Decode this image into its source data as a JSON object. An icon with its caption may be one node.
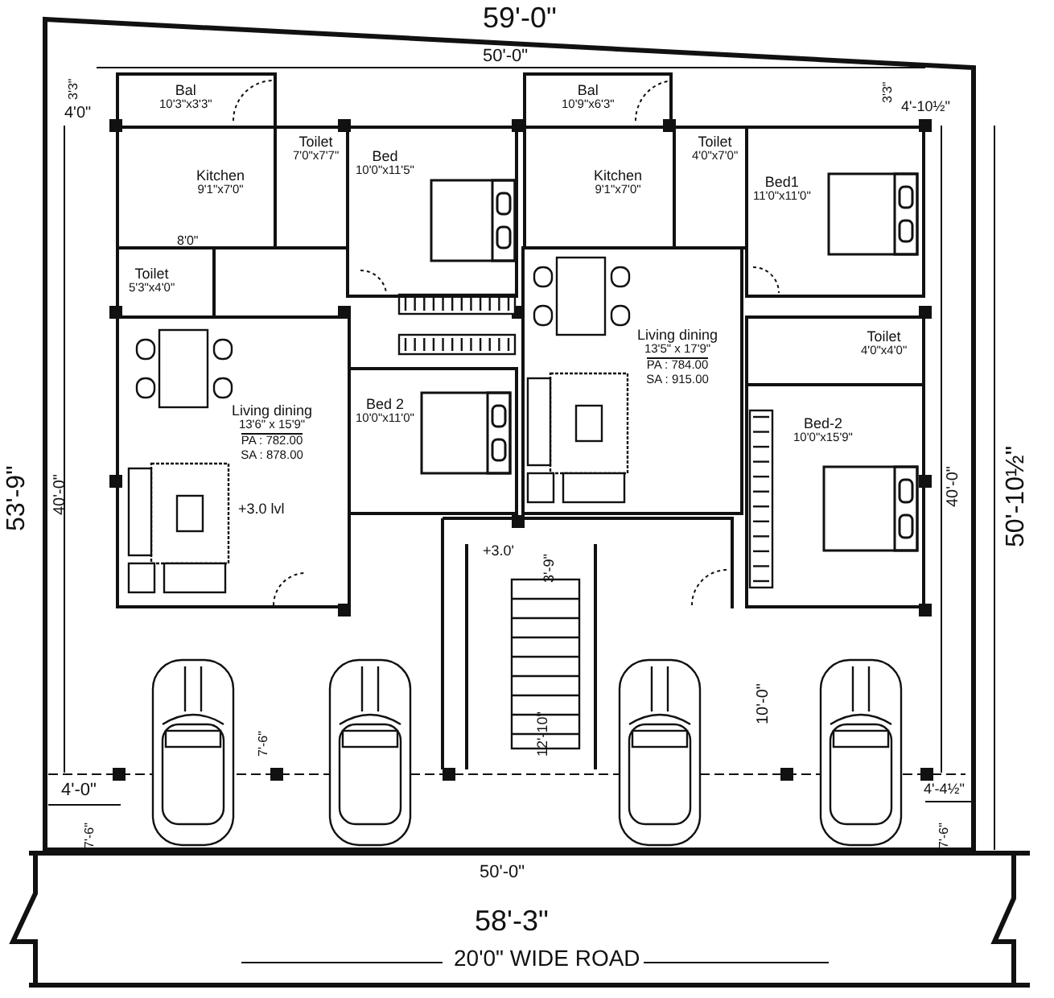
{
  "diagram": {
    "nodes": [
      {
        "text": [
          "Bal",
          "10'3\"x3'3\""
        ]
      },
      {
        "text": [
          "Kitchen",
          "9'1\"x7'0\""
        ]
      },
      {
        "text": [
          "Toilet",
          "7'0\"x7'7\""
        ]
      },
      {
        "text": [
          "Bed",
          "10'0\"x11'5\""
        ]
      },
      {
        "text": [
          "Bal",
          "10'9\"x6'3\""
        ]
      },
      {
        "text": [
          "Kitchen",
          "9'1\"x7'0\""
        ]
      },
      {
        "text": [
          "Toilet",
          "4'0\"x7'0\""
        ]
      },
      {
        "text": [
          "Bed1",
          "11'0\"x11'0\""
        ]
      },
      {
        "text": [
          "Toilet",
          "5'3\"x4'0\""
        ]
      },
      {
        "text": [
          "Living dining",
          "13'6\" x 15'9\"",
          "PA : 782.00",
          "SA : 878.00"
        ]
      },
      {
        "text": [
          "Bed 2",
          "10'0\"x11'0\""
        ]
      },
      {
        "text": [
          "Living dining",
          "13'5\" x 17'9\"",
          "PA : 784.00",
          "SA : 915.00"
        ]
      },
      {
        "text": [
          "Toilet",
          "4'0\"x4'0\""
        ]
      },
      {
        "text": [
          "Bed-2",
          "10'0\"x15'9\""
        ]
      }
    ],
    "edges": [],
    "labels": [
      "59'-0\"",
      "50'-0\"",
      "3'3\"",
      "4'0\"",
      "3'3\"",
      "4'-10½\"",
      "8'0\"",
      "53'-9\"",
      "40'-0\"",
      "+3.0 lvl",
      "40'-0\"",
      "50'-10½\"",
      "+3.0'",
      "3'-9\"",
      "10'-0\"",
      "7'-6\"",
      "12'-10\"",
      "4'-0\"",
      "4'-4½\"",
      "7'-6\"",
      "7'-6\"",
      "50'-0\"",
      "58'-3\"",
      "20'0\" WIDE ROAD"
    ]
  }
}
